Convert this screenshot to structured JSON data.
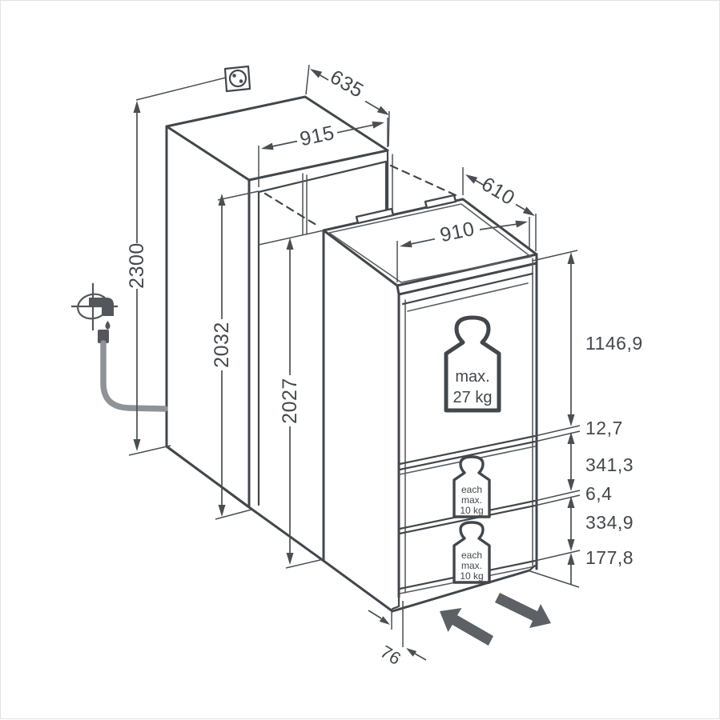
{
  "diagram": {
    "title": "built-in appliance niche installation dimension drawing",
    "niche": {
      "ceiling_height": "2300",
      "height": "2032",
      "width": "915",
      "depth": "635"
    },
    "appliance": {
      "height": "2027",
      "width": "910",
      "depth": "610",
      "plinth_recess": "76",
      "sections": {
        "door": "1146,9",
        "hinge_gap": "12,7",
        "upper_drawer": "341,3",
        "drawer_gap": "6,4",
        "lower_drawer": "334,9",
        "base": "177,8"
      }
    },
    "load_labels": {
      "door": {
        "line1": "max.",
        "line2": "27 kg"
      },
      "drawer": {
        "line1": "each",
        "line2": "max.",
        "line3": "10 kg"
      }
    },
    "colors": {
      "outline": "#42474c",
      "dimension": "#4a4f54",
      "label_text": "#43484d",
      "handling_arrow": "#5d6165",
      "hose": "#8f9397",
      "background": "#ffffff"
    }
  }
}
